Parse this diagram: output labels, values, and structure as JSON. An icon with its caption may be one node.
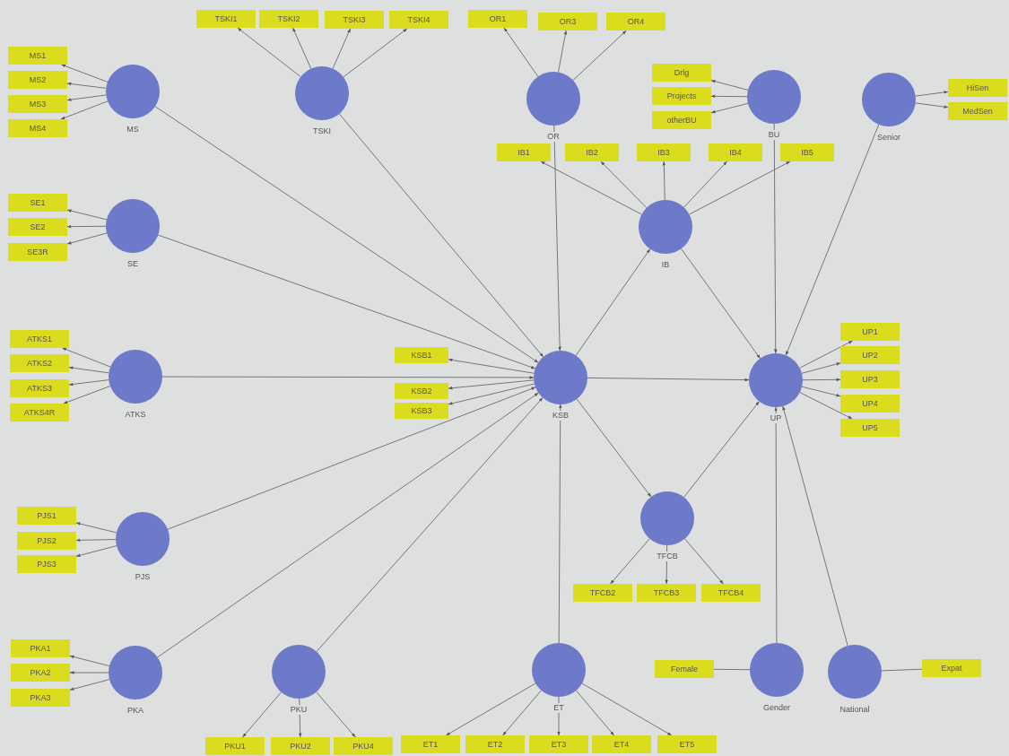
{
  "diagram": {
    "nodes": [
      {
        "text": [
          "TSKI1"
        ]
      },
      {
        "text": [
          "TSKI2"
        ]
      },
      {
        "text": [
          "TSKI3"
        ]
      },
      {
        "text": [
          "TSKI4"
        ]
      },
      {
        "text": [
          "OR1"
        ]
      },
      {
        "text": [
          "OR3"
        ]
      },
      {
        "text": [
          "OR4"
        ]
      },
      {
        "text": [
          "MS1"
        ]
      },
      {
        "text": [
          "MS2"
        ]
      },
      {
        "text": [
          "MS3"
        ]
      },
      {
        "text": [
          "MS4"
        ]
      },
      {
        "text": [],
        "shape": "circle",
        "beside": [
          "MS"
        ]
      },
      {
        "text": [],
        "shape": "circle",
        "beside": [
          "TSKI"
        ]
      },
      {
        "text": [],
        "shape": "circle",
        "beside": [
          "OR"
        ]
      },
      {
        "text": [
          "Drlg"
        ]
      },
      {
        "text": [
          "Projects"
        ]
      },
      {
        "text": [
          "otherBU"
        ]
      },
      {
        "text": [],
        "shape": "circle",
        "beside": [
          "BU"
        ]
      },
      {
        "text": [],
        "shape": "circle",
        "beside": [
          "Senior"
        ]
      },
      {
        "text": [
          "HiSen"
        ]
      },
      {
        "text": [
          "MedSen"
        ]
      },
      {
        "text": [
          "IB1"
        ]
      },
      {
        "text": [
          "IB2"
        ]
      },
      {
        "text": [
          "IB3"
        ]
      },
      {
        "text": [
          "IB4"
        ]
      },
      {
        "text": [
          "IB5"
        ]
      },
      {
        "text": [
          "SE1"
        ]
      },
      {
        "text": [
          "SE2"
        ]
      },
      {
        "text": [
          "SE3R"
        ]
      },
      {
        "text": [],
        "shape": "circle",
        "beside": [
          "SE"
        ]
      },
      {
        "text": [],
        "shape": "circle",
        "beside": [
          "IB"
        ]
      },
      {
        "text": [
          "UP1"
        ]
      },
      {
        "text": [
          "UP2"
        ]
      },
      {
        "text": [
          "UP3"
        ]
      },
      {
        "text": [
          "UP4"
        ]
      },
      {
        "text": [
          "UP5"
        ]
      },
      {
        "text": [
          "ATKS1"
        ]
      },
      {
        "text": [
          "ATKS2"
        ]
      },
      {
        "text": [
          "ATKS3"
        ]
      },
      {
        "text": [
          "ATKS4R"
        ]
      },
      {
        "text": [],
        "shape": "circle",
        "beside": [
          "ATKS"
        ]
      },
      {
        "text": [
          "KSB1"
        ]
      },
      {
        "text": [
          "KSB2"
        ]
      },
      {
        "text": [
          "KSB3"
        ]
      },
      {
        "text": [],
        "shape": "circle",
        "beside": [
          "KSB"
        ]
      },
      {
        "text": [],
        "shape": "circle",
        "beside": [
          "UP"
        ]
      },
      {
        "text": [
          "PJS1"
        ]
      },
      {
        "text": [
          "PJS2"
        ]
      },
      {
        "text": [
          "PJS3"
        ]
      },
      {
        "text": [],
        "shape": "circle",
        "beside": [
          "PJS"
        ]
      },
      {
        "text": [],
        "shape": "circle",
        "beside": [
          "TFCB"
        ]
      },
      {
        "text": [
          "TFCB2"
        ]
      },
      {
        "text": [
          "TFCB3"
        ]
      },
      {
        "text": [
          "TFCB4"
        ]
      },
      {
        "text": [
          "PKA1"
        ]
      },
      {
        "text": [
          "PKA2"
        ]
      },
      {
        "text": [
          "PKA3"
        ]
      },
      {
        "text": [],
        "shape": "circle",
        "beside": [
          "PKA"
        ]
      },
      {
        "text": [],
        "shape": "circle",
        "beside": [
          "PKU"
        ]
      },
      {
        "text": [],
        "shape": "circle",
        "beside": [
          "ET"
        ]
      },
      {
        "text": [
          "Female"
        ]
      },
      {
        "text": [],
        "shape": "circle",
        "beside": [
          "Gender"
        ]
      },
      {
        "text": [],
        "shape": "circle",
        "beside": [
          "National"
        ]
      },
      {
        "text": [
          "Expat"
        ]
      },
      {
        "text": [
          "PKU1"
        ]
      },
      {
        "text": [
          "PKU2"
        ]
      },
      {
        "text": [
          "PKU4"
        ]
      },
      {
        "text": [
          "ET1"
        ]
      },
      {
        "text": [
          "ET2"
        ]
      },
      {
        "text": [
          "ET3"
        ]
      },
      {
        "text": [
          "ET4"
        ]
      },
      {
        "text": [
          "ET5"
        ]
      }
    ],
    "edges": [
      {
        "from": 12,
        "to": 0,
        "arrow": "to"
      },
      {
        "from": 12,
        "to": 1,
        "arrow": "to"
      },
      {
        "from": 12,
        "to": 2,
        "arrow": "to"
      },
      {
        "from": 12,
        "to": 3,
        "arrow": "to"
      },
      {
        "from": 13,
        "to": 4,
        "arrow": "to"
      },
      {
        "from": 13,
        "to": 5,
        "arrow": "to"
      },
      {
        "from": 13,
        "to": 6,
        "arrow": "to"
      },
      {
        "from": 11,
        "to": 7,
        "arrow": "to"
      },
      {
        "from": 11,
        "to": 8,
        "arrow": "to"
      },
      {
        "from": 11,
        "to": 9,
        "arrow": "to"
      },
      {
        "from": 11,
        "to": 10,
        "arrow": "to"
      },
      {
        "from": 17,
        "to": 14,
        "arrow": "to"
      },
      {
        "from": 17,
        "to": 15,
        "arrow": "to"
      },
      {
        "from": 17,
        "to": 16,
        "arrow": "to"
      },
      {
        "from": 18,
        "to": 19,
        "arrow": "to"
      },
      {
        "from": 18,
        "to": 20,
        "arrow": "to"
      },
      {
        "from": 30,
        "to": 21,
        "arrow": "to"
      },
      {
        "from": 30,
        "to": 22,
        "arrow": "to"
      },
      {
        "from": 30,
        "to": 23,
        "arrow": "to"
      },
      {
        "from": 30,
        "to": 24,
        "arrow": "to"
      },
      {
        "from": 30,
        "to": 25,
        "arrow": "to"
      },
      {
        "from": 29,
        "to": 26,
        "arrow": "to"
      },
      {
        "from": 29,
        "to": 27,
        "arrow": "to"
      },
      {
        "from": 29,
        "to": 28,
        "arrow": "to"
      },
      {
        "from": 45,
        "to": 31,
        "arrow": "to"
      },
      {
        "from": 45,
        "to": 32,
        "arrow": "to"
      },
      {
        "from": 45,
        "to": 33,
        "arrow": "to"
      },
      {
        "from": 45,
        "to": 34,
        "arrow": "to"
      },
      {
        "from": 45,
        "to": 35,
        "arrow": "to"
      },
      {
        "from": 40,
        "to": 36,
        "arrow": "to"
      },
      {
        "from": 40,
        "to": 37,
        "arrow": "to"
      },
      {
        "from": 40,
        "to": 38,
        "arrow": "to"
      },
      {
        "from": 40,
        "to": 39,
        "arrow": "to"
      },
      {
        "from": 44,
        "to": 41,
        "arrow": "to"
      },
      {
        "from": 44,
        "to": 42,
        "arrow": "to"
      },
      {
        "from": 44,
        "to": 43,
        "arrow": "to"
      },
      {
        "from": 49,
        "to": 46,
        "arrow": "to"
      },
      {
        "from": 49,
        "to": 47,
        "arrow": "to"
      },
      {
        "from": 49,
        "to": 48,
        "arrow": "to"
      },
      {
        "from": 50,
        "to": 51,
        "arrow": "to"
      },
      {
        "from": 50,
        "to": 52,
        "arrow": "to"
      },
      {
        "from": 50,
        "to": 53,
        "arrow": "to"
      },
      {
        "from": 57,
        "to": 54,
        "arrow": "to"
      },
      {
        "from": 57,
        "to": 55,
        "arrow": "to"
      },
      {
        "from": 57,
        "to": 56,
        "arrow": "to"
      },
      {
        "from": 58,
        "to": 64,
        "arrow": "to"
      },
      {
        "from": 58,
        "to": 65,
        "arrow": "to"
      },
      {
        "from": 58,
        "to": 66,
        "arrow": "to"
      },
      {
        "from": 59,
        "to": 67,
        "arrow": "to"
      },
      {
        "from": 59,
        "to": 68,
        "arrow": "to"
      },
      {
        "from": 59,
        "to": 69,
        "arrow": "to"
      },
      {
        "from": 59,
        "to": 70,
        "arrow": "to"
      },
      {
        "from": 59,
        "to": 71,
        "arrow": "to"
      },
      {
        "from": 61,
        "to": 60,
        "arrow": "none"
      },
      {
        "from": 62,
        "to": 63,
        "arrow": "none"
      },
      {
        "from": 11,
        "to": 44,
        "arrow": "to"
      },
      {
        "from": 12,
        "to": 44,
        "arrow": "to"
      },
      {
        "from": 13,
        "to": 44,
        "arrow": "to"
      },
      {
        "from": 29,
        "to": 44,
        "arrow": "to"
      },
      {
        "from": 40,
        "to": 44,
        "arrow": "to"
      },
      {
        "from": 49,
        "to": 44,
        "arrow": "to"
      },
      {
        "from": 57,
        "to": 44,
        "arrow": "to"
      },
      {
        "from": 58,
        "to": 44,
        "arrow": "to"
      },
      {
        "from": 59,
        "to": 44,
        "arrow": "to"
      },
      {
        "from": 44,
        "to": 30,
        "arrow": "to"
      },
      {
        "from": 30,
        "to": 45,
        "arrow": "to"
      },
      {
        "from": 17,
        "to": 45,
        "arrow": "to"
      },
      {
        "from": 18,
        "to": 45,
        "arrow": "to"
      },
      {
        "from": 44,
        "to": 45,
        "arrow": "to"
      },
      {
        "from": 44,
        "to": 50,
        "arrow": "to"
      },
      {
        "from": 50,
        "to": 45,
        "arrow": "to"
      },
      {
        "from": 61,
        "to": 45,
        "arrow": "to"
      },
      {
        "from": 62,
        "to": 45,
        "arrow": "to"
      }
    ]
  }
}
